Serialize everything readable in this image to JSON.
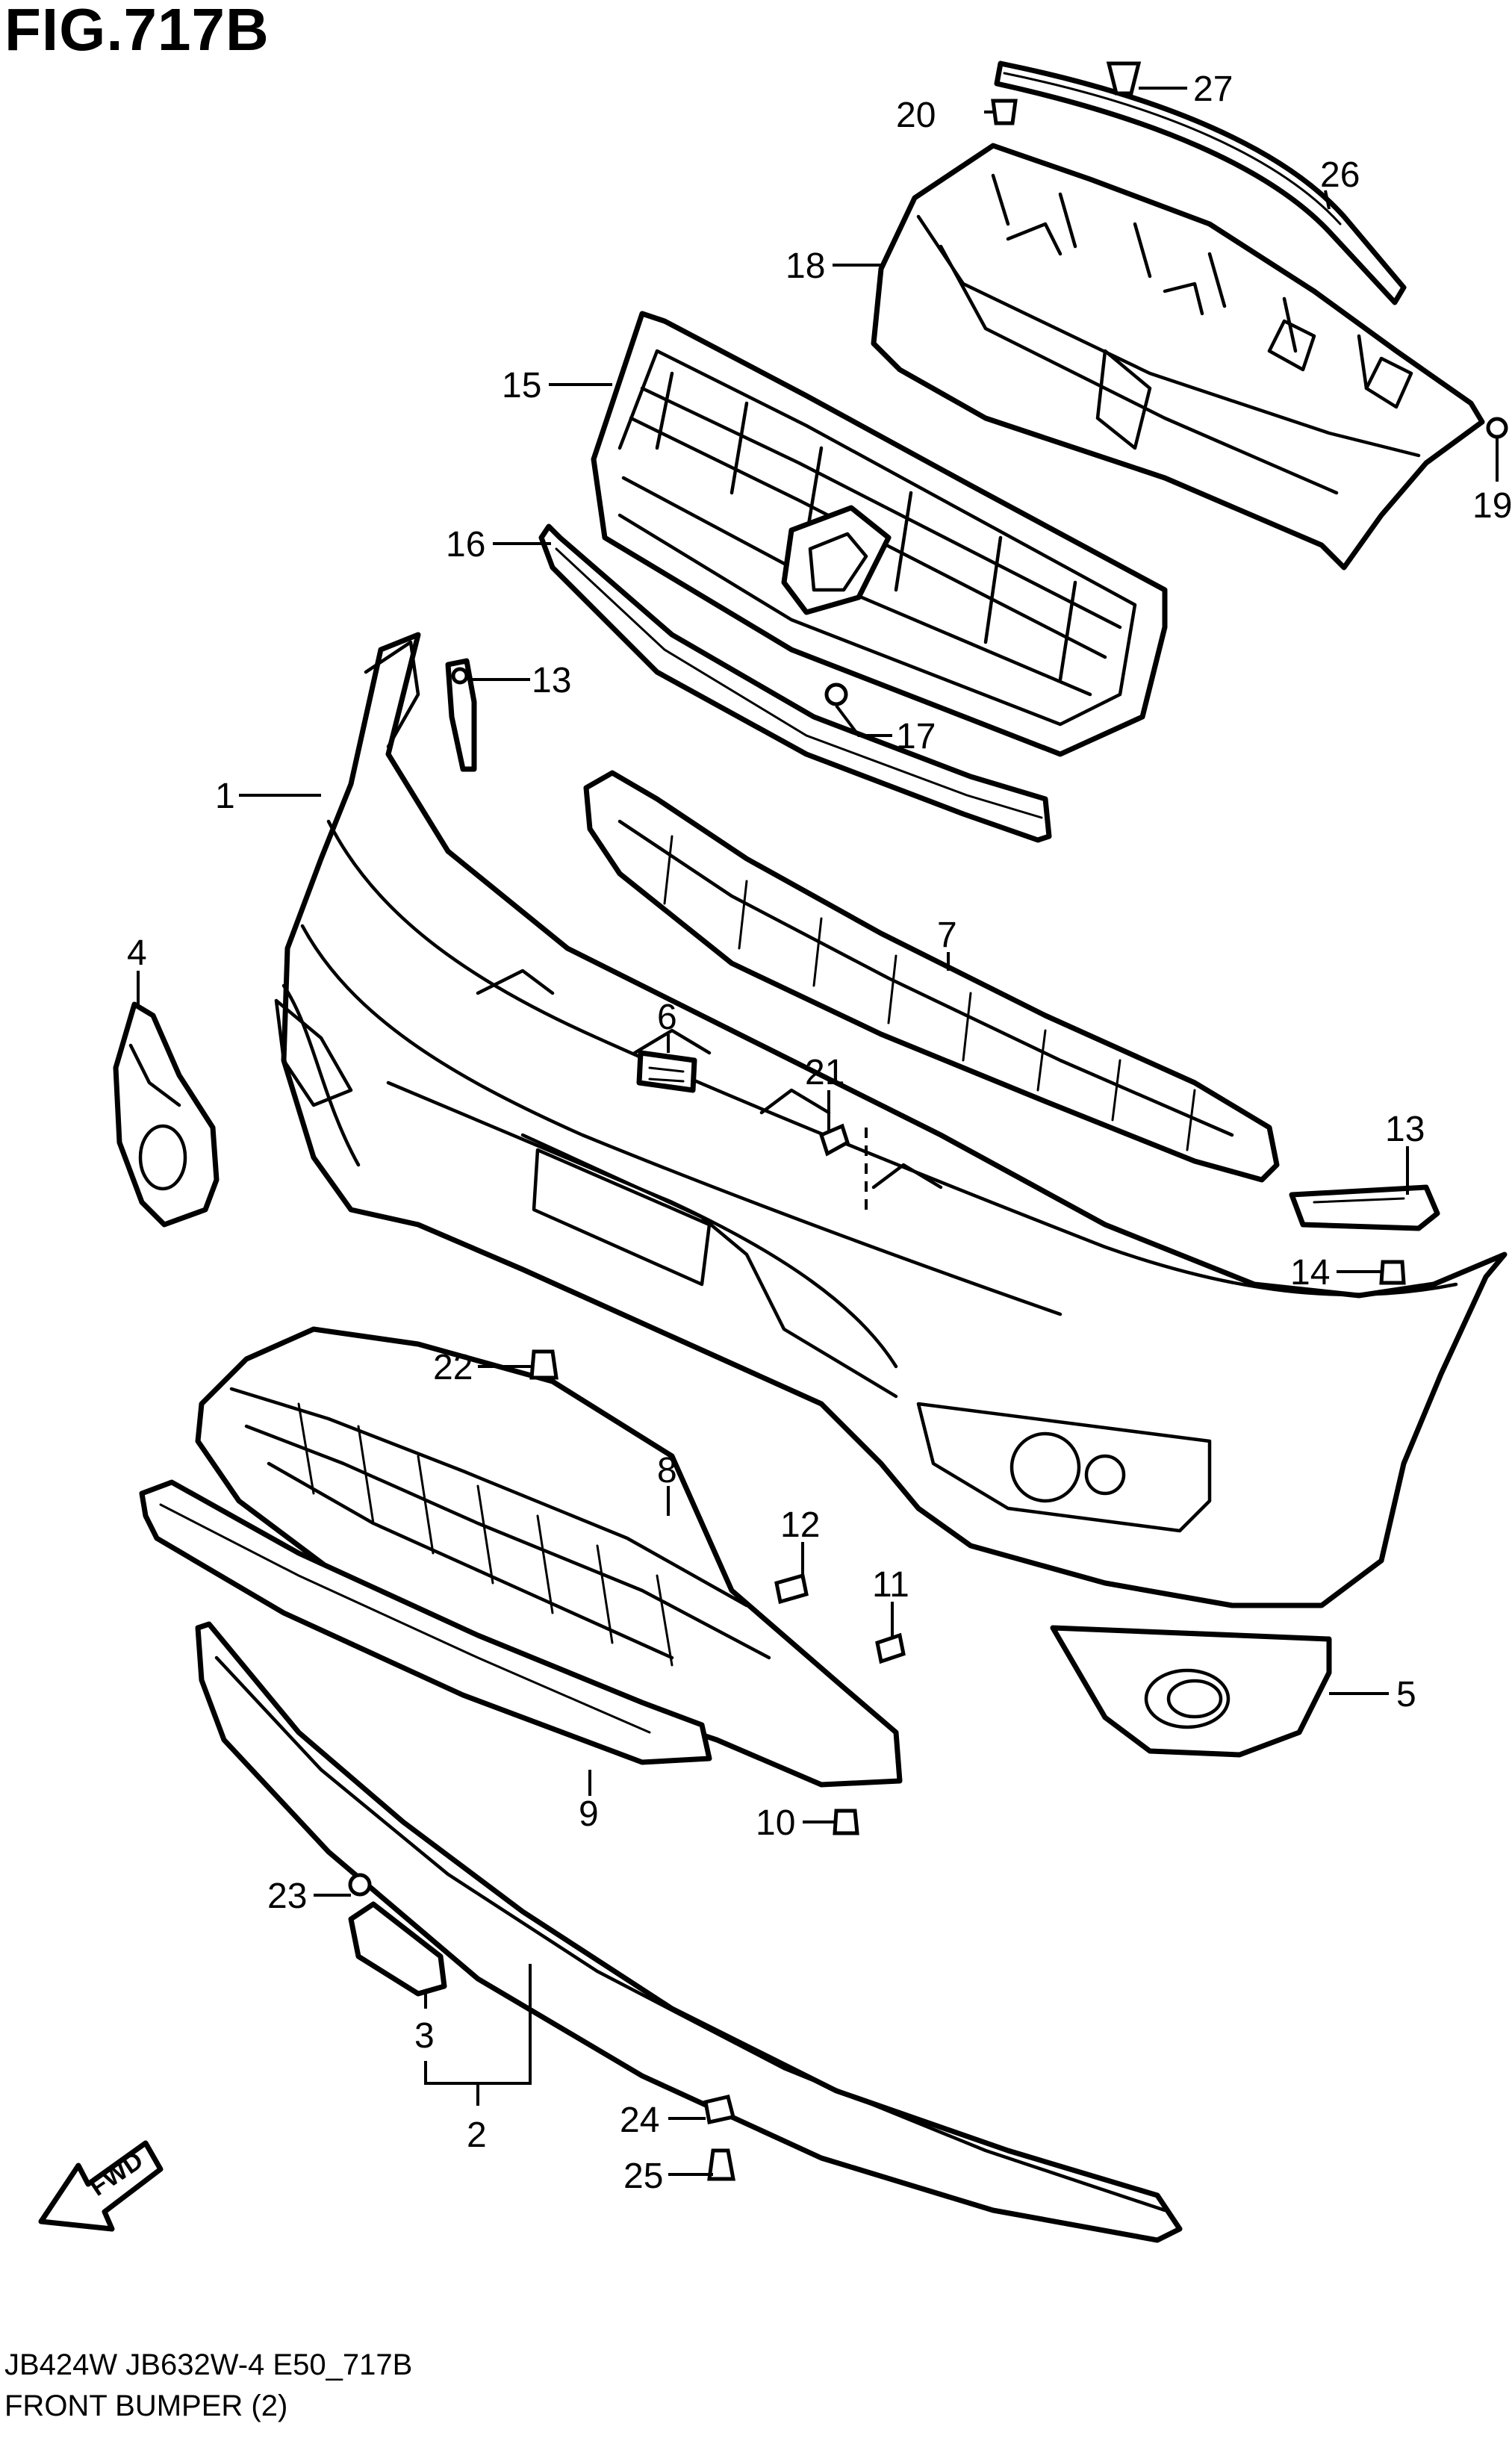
{
  "figure": {
    "title": "FIG.717B",
    "model_code": "JB424W JB632W-4 E50_717B",
    "group_name": "FRONT BUMPER (2)",
    "direction_label": "FWD"
  },
  "callouts": [
    {
      "id": "1",
      "text": "1"
    },
    {
      "id": "2",
      "text": "2"
    },
    {
      "id": "3",
      "text": "3"
    },
    {
      "id": "4",
      "text": "4"
    },
    {
      "id": "5",
      "text": "5"
    },
    {
      "id": "6",
      "text": "6"
    },
    {
      "id": "7",
      "text": "7"
    },
    {
      "id": "8",
      "text": "8"
    },
    {
      "id": "9",
      "text": "9"
    },
    {
      "id": "10",
      "text": "10"
    },
    {
      "id": "11",
      "text": "11"
    },
    {
      "id": "12",
      "text": "12"
    },
    {
      "id": "13a",
      "text": "13"
    },
    {
      "id": "13b",
      "text": "13"
    },
    {
      "id": "14",
      "text": "14"
    },
    {
      "id": "15",
      "text": "15"
    },
    {
      "id": "16",
      "text": "16"
    },
    {
      "id": "17",
      "text": "17"
    },
    {
      "id": "18",
      "text": "18"
    },
    {
      "id": "19",
      "text": "19"
    },
    {
      "id": "20",
      "text": "20"
    },
    {
      "id": "21",
      "text": "21"
    },
    {
      "id": "22",
      "text": "22"
    },
    {
      "id": "23",
      "text": "23"
    },
    {
      "id": "24",
      "text": "24"
    },
    {
      "id": "25",
      "text": "25"
    },
    {
      "id": "26",
      "text": "26"
    },
    {
      "id": "27",
      "text": "27"
    }
  ]
}
